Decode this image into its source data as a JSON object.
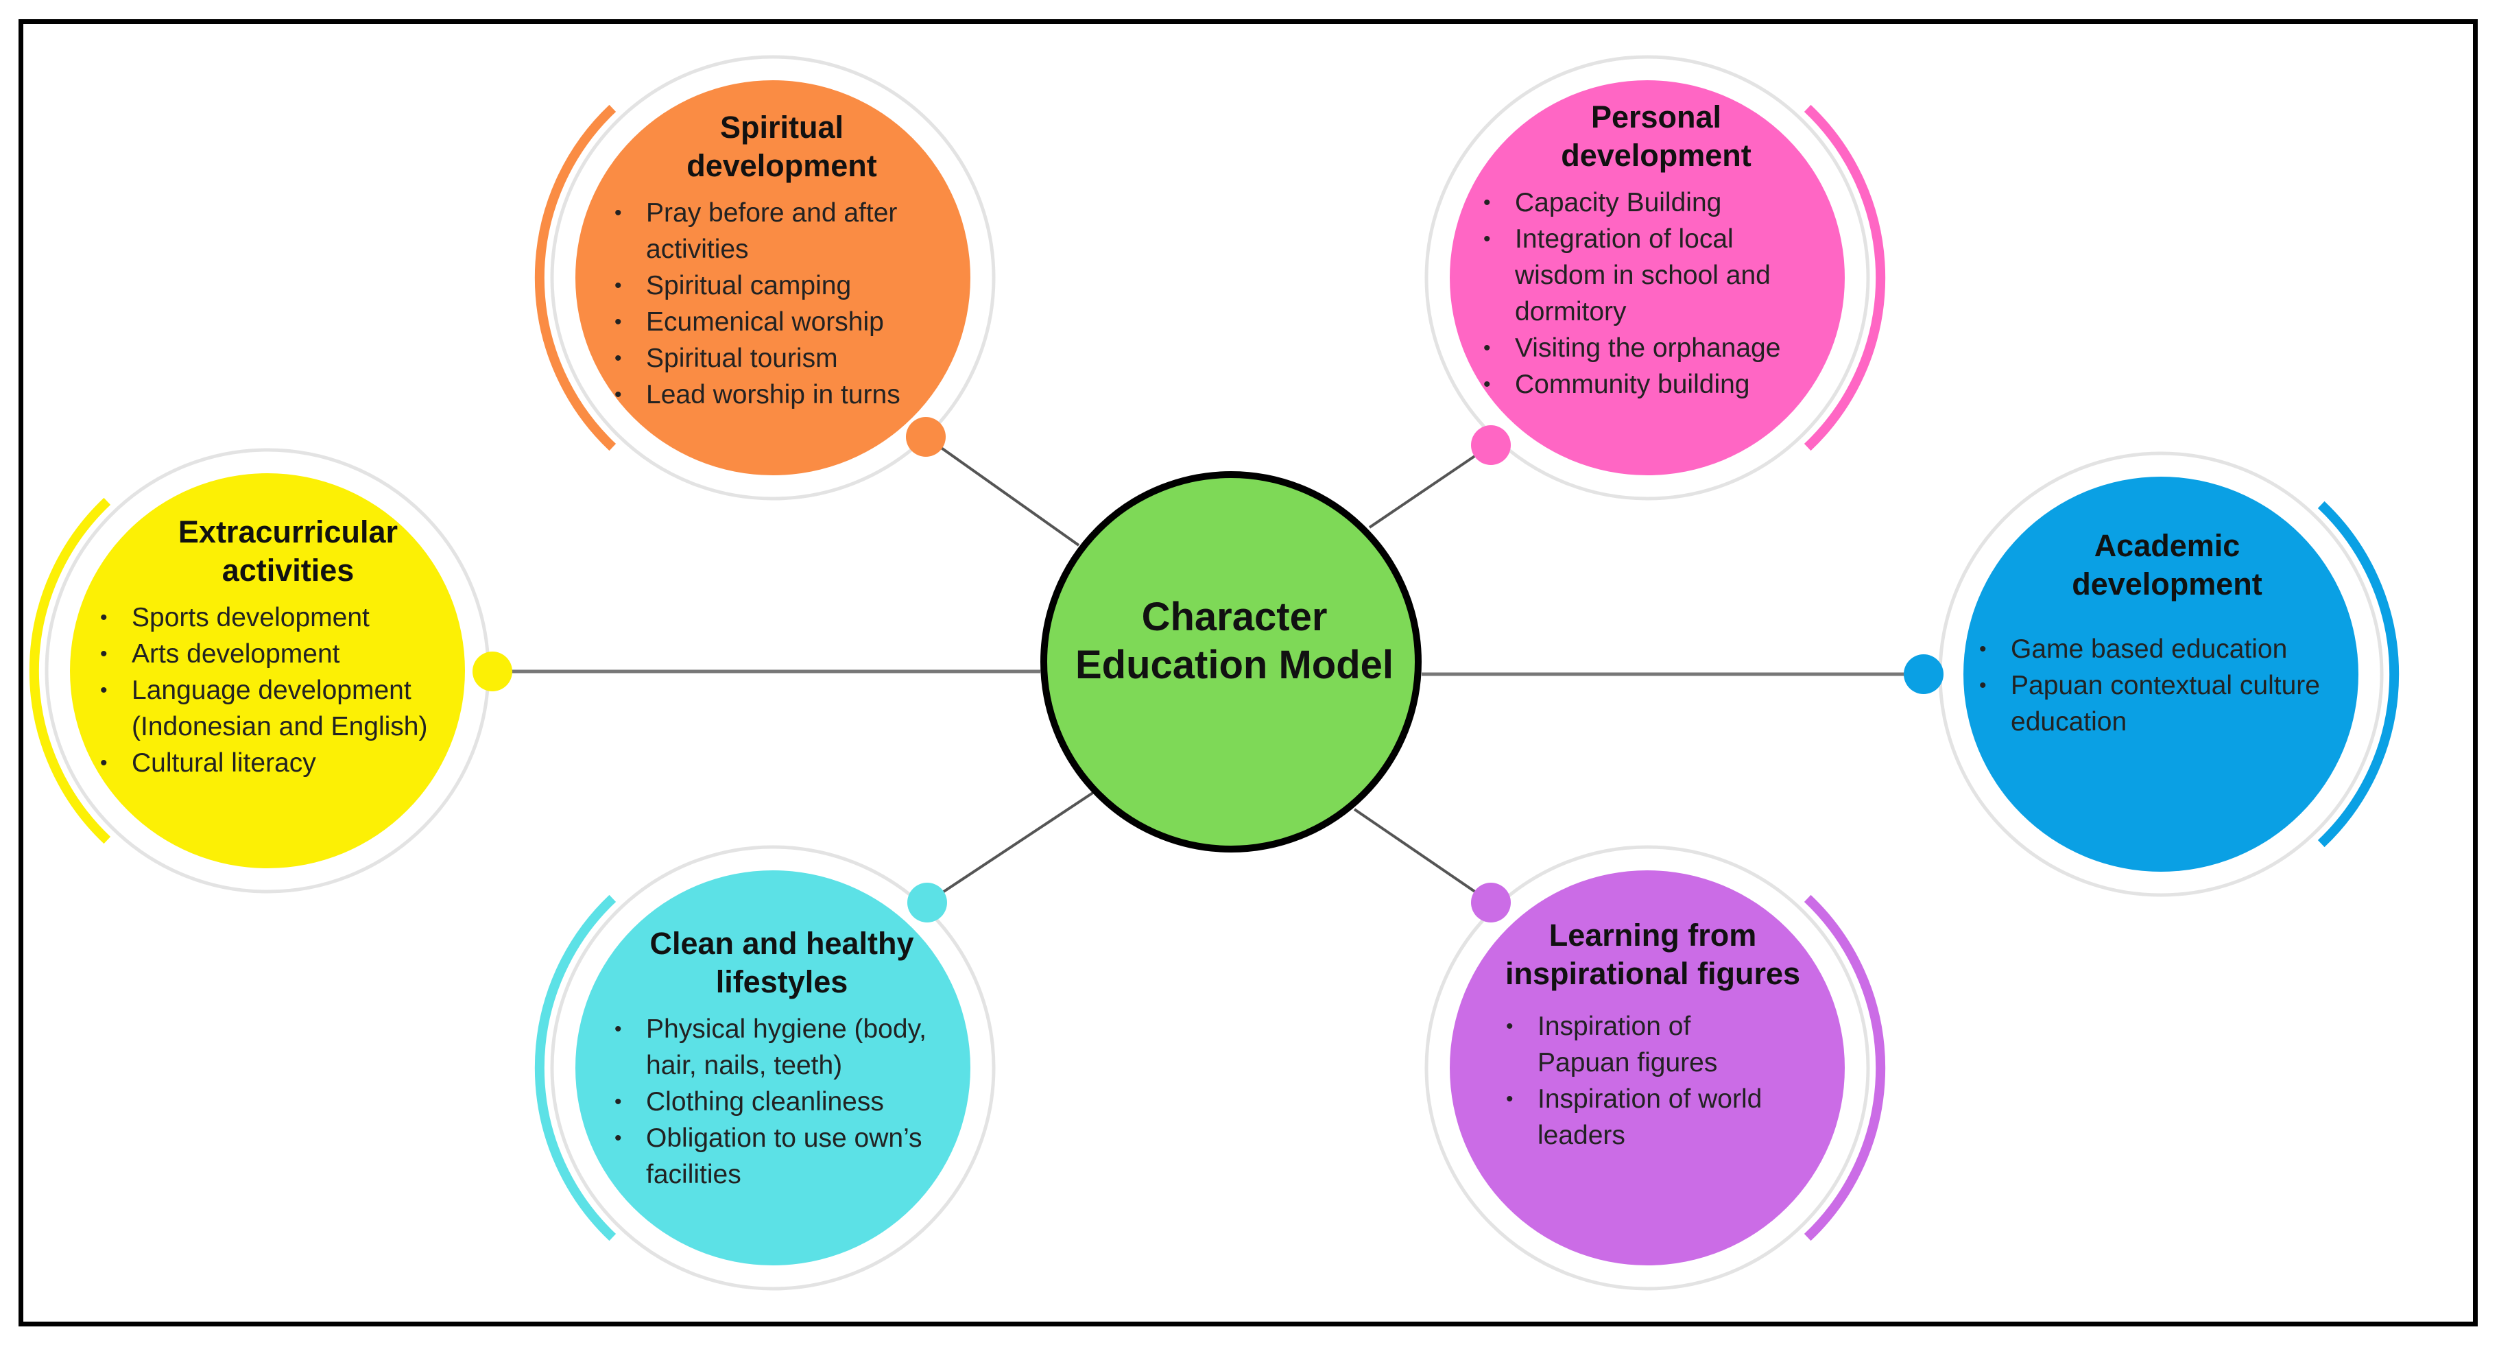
{
  "center": {
    "line1": "Character",
    "line2": "Education Model",
    "color": "#7ed957"
  },
  "nodes": [
    {
      "id": "spiritual",
      "title_lines": [
        "Spiritual",
        "development"
      ],
      "color": "#fa8c44",
      "items": [
        "Pray before and after activities",
        "Spiritual camping",
        "Ecumenical worship",
        "Spiritual tourism",
        "Lead worship in turns"
      ]
    },
    {
      "id": "personal",
      "title_lines": [
        "Personal",
        "development"
      ],
      "color": "#ff66c4",
      "items": [
        "Capacity Building",
        "Integration of local wisdom in school and dormitory",
        "Visiting the orphanage",
        "Community building"
      ]
    },
    {
      "id": "extracurricular",
      "title_lines": [
        "Extracurricular",
        "activities"
      ],
      "color": "#fcf005",
      "items": [
        "Sports development",
        "Arts development",
        "Language development (Indonesian and English)",
        "Cultural literacy"
      ]
    },
    {
      "id": "academic",
      "title_lines": [
        "Academic",
        "development"
      ],
      "color": "#0aa0e4",
      "items": [
        "Game based education",
        "Papuan contextual culture education"
      ]
    },
    {
      "id": "clean",
      "title_lines": [
        "Clean and healthy",
        "lifestyles"
      ],
      "color": "#5ce1e6",
      "items": [
        "Physical hygiene (body, hair, nails, teeth)",
        "Clothing cleanliness",
        "Obligation to use own’s facilities"
      ]
    },
    {
      "id": "learning",
      "title_lines": [
        "Learning from",
        "inspirational figures"
      ],
      "color": "#cb6ce6",
      "items": [
        "Inspiration of Papuan figures",
        "Inspiration of world leaders"
      ]
    }
  ]
}
